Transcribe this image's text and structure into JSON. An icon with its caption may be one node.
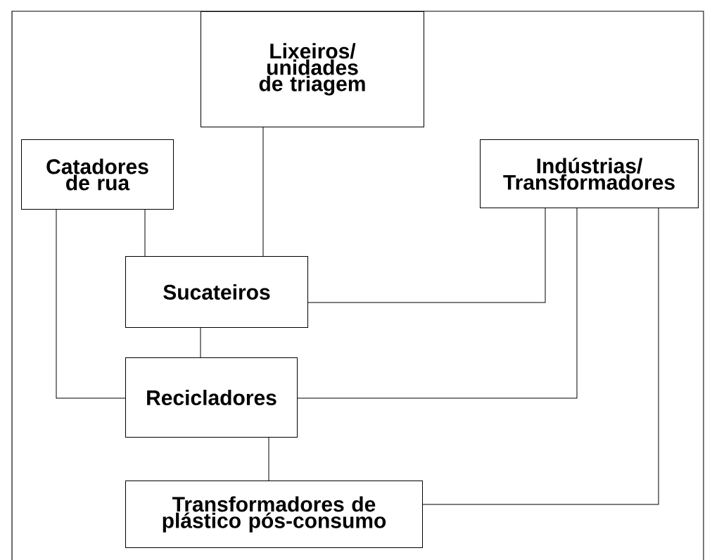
{
  "diagram": {
    "nodes": [
      {
        "text": [
          "Lixeiros/ unidades de triagem"
        ]
      },
      {
        "text": [
          "Catadores de rua"
        ]
      },
      {
        "text": [
          "Indústrias/ Transformadores"
        ]
      },
      {
        "text": [
          "Sucateiros"
        ]
      },
      {
        "text": [
          "Recicladores"
        ]
      },
      {
        "text": [
          "Transformadores de plástico pós-consumo"
        ]
      }
    ],
    "edges": [
      {
        "from": 0,
        "to": 3,
        "arrow": "none"
      },
      {
        "from": 1,
        "to": 3,
        "arrow": "none"
      },
      {
        "from": 1,
        "to": 4,
        "arrow": "none"
      },
      {
        "from": 3,
        "to": 4,
        "arrow": "none"
      },
      {
        "from": 3,
        "to": 2,
        "arrow": "none"
      },
      {
        "from": 4,
        "to": 2,
        "arrow": "none"
      },
      {
        "from": 4,
        "to": 5,
        "arrow": "none"
      },
      {
        "from": 5,
        "to": 2,
        "arrow": "none"
      }
    ]
  }
}
